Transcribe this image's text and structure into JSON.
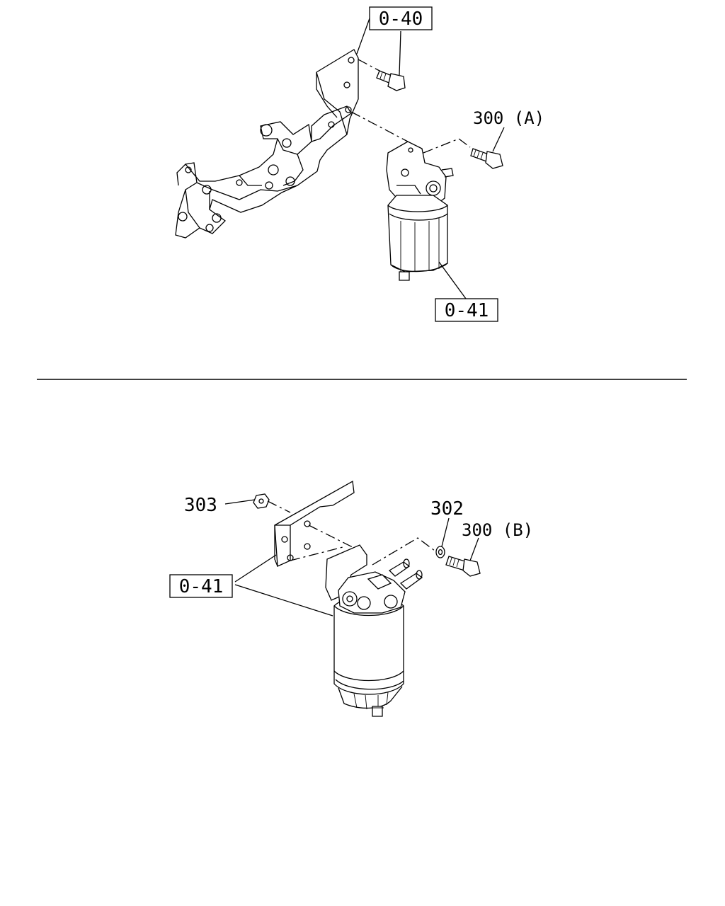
{
  "labels": {
    "top_bracket_ref": "0-40",
    "top_bolt": "300 (A)",
    "top_filter_ref": "0-41",
    "bottom_nut": "303",
    "bottom_washer": "302",
    "bottom_bolt": "300 (B)",
    "bottom_filter_ref": "0-41"
  }
}
